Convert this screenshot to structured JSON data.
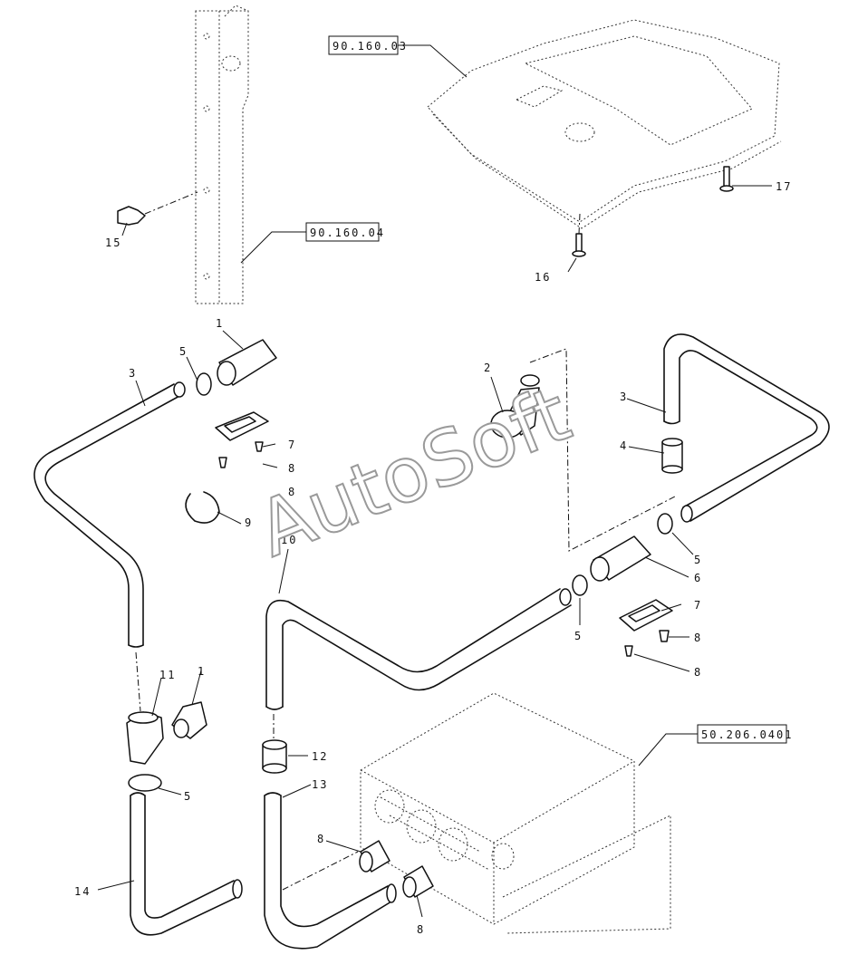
{
  "references": {
    "panel_ref": "90.160.03",
    "post_ref": "90.160.04",
    "housing_ref": "50.206.0401"
  },
  "callouts": {
    "c1_top": "1",
    "c1_bottom": "1",
    "c2": "2",
    "c3_left": "3",
    "c3_right": "3",
    "c4": "4",
    "c5_a": "5",
    "c5_b": "5",
    "c5_c": "5",
    "c5_d": "5",
    "c6": "6",
    "c7_left": "7",
    "c7_right": "7",
    "c8_a": "8",
    "c8_b": "8",
    "c8_c": "8",
    "c8_d": "8",
    "c8_e": "8",
    "c8_f": "8",
    "c9": "9",
    "c10": "10",
    "c11": "11",
    "c12": "12",
    "c13": "13",
    "c14": "14",
    "c15": "15",
    "c16": "16",
    "c17": "17"
  },
  "watermark": "AutoSoft",
  "colors": {
    "line": "#111111",
    "background": "#ffffff",
    "watermark_stroke": "#9a9a9a"
  }
}
